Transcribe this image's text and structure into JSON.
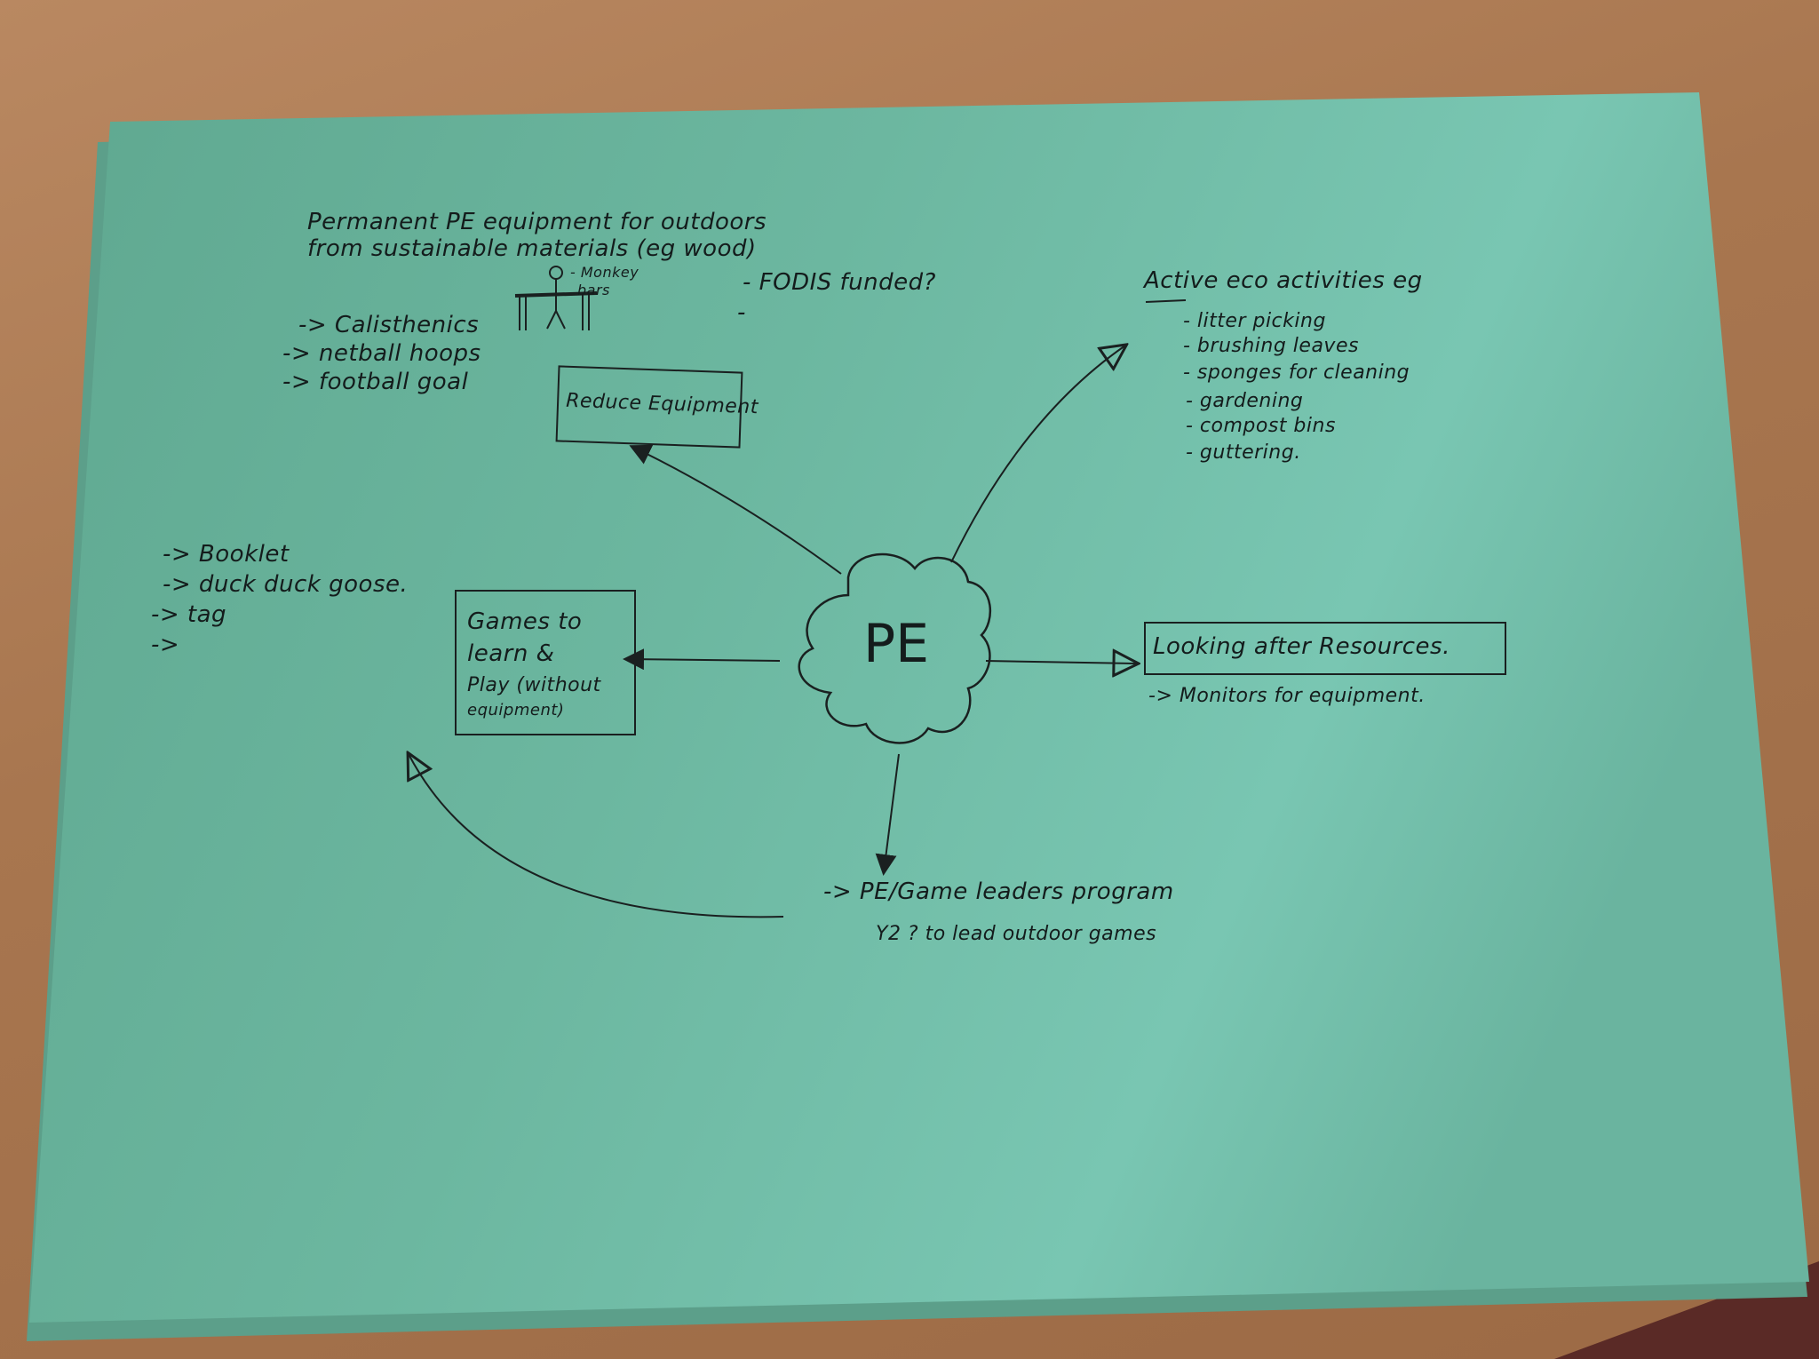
{
  "center": {
    "label": "PE"
  },
  "equipment_note": {
    "lines": [
      "Permanent PE equipment for outdoors",
      "from sustainable materials (eg wood)"
    ],
    "monkey_bars": [
      "- Monkey",
      "bars"
    ],
    "list": [
      "-> Calisthenics",
      "-> netball hoops",
      "-> football goal"
    ],
    "funding": "- FODIS funded?",
    "extra_dash": "-"
  },
  "reduce_equipment": {
    "label": "Reduce Equipment"
  },
  "active_eco": {
    "title": "Active eco activities eg",
    "items": [
      "- litter picking",
      "- brushing leaves",
      "- sponges for cleaning",
      "- gardening",
      "- compost bins",
      "- guttering."
    ]
  },
  "games": {
    "box_lines": [
      "Games to",
      "learn &",
      "Play (without",
      "equipment)"
    ],
    "list": [
      "-> Booklet",
      "-> duck duck goose.",
      "-> tag",
      "->"
    ]
  },
  "resources": {
    "label": "Looking after Resources.",
    "note": "-> Monitors for equipment."
  },
  "leaders": {
    "line1": "-> PE/Game leaders program",
    "line2": "Y2 ? to lead outdoor games"
  },
  "colors": {
    "paper": "#6cb9a3",
    "ink": "#141c1c",
    "wood": "#a8764f"
  }
}
